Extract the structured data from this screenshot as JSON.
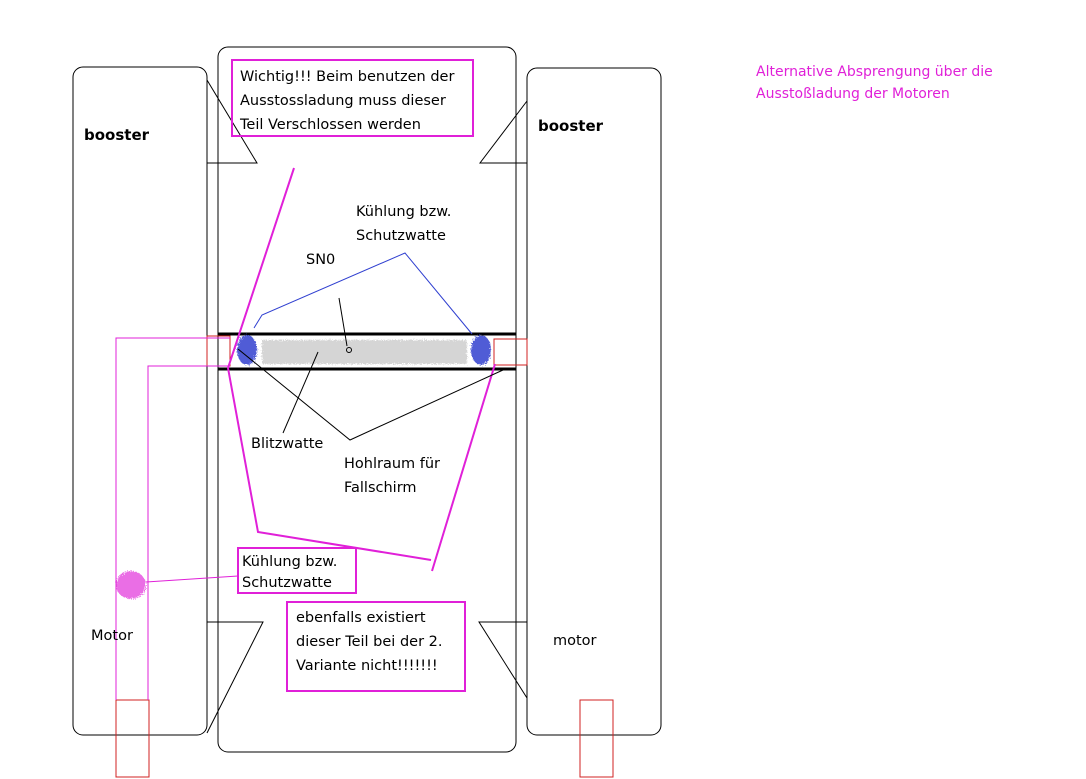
{
  "colors": {
    "magenta": "#e020d8",
    "blue": "#3040d0",
    "red": "#d02020",
    "outline": "#000000"
  },
  "labels": {
    "booster_left": "booster",
    "booster_right": "booster",
    "motor_left": "Motor",
    "motor_right": "motor",
    "important_note": [
      "Wichtig!!! Beim benutzen der",
      "Ausstossladung muss dieser",
      "Teil Verschlossen werden"
    ],
    "cooling_top": [
      "Kühlung bzw.",
      "Schutzwatte"
    ],
    "sn0": "SN0",
    "blitzwatte": "Blitzwatte",
    "hohlraum": [
      "Hohlraum für",
      "Fallschirm"
    ],
    "cooling_bottom": [
      "Kühlung bzw.",
      "Schutzwatte"
    ],
    "variant_note": [
      "ebenfalls existiert",
      "dieser Teil bei der 2.",
      "Variante nicht!!!!!!!"
    ],
    "alternative_note": [
      "Alternative Absprengung über die",
      "Ausstoßladung der Motoren"
    ]
  }
}
